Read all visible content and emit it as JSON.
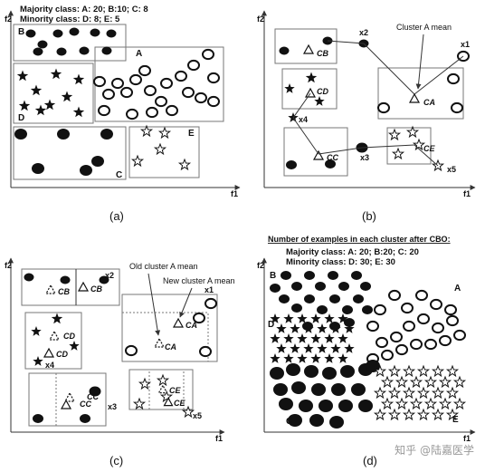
{
  "panels": {
    "a": {
      "caption": "(a)",
      "note_line1": "Majority class: A: 20; B:10; C: 8",
      "note_line2": "Minority class: D: 8; E: 5",
      "label_A": "A",
      "label_B": "B",
      "label_C": "C",
      "label_D": "D",
      "label_E": "E",
      "axis_x": "f1",
      "axis_y": "f2"
    },
    "b": {
      "caption": "(b)",
      "cluster_mean": "Cluster A mean",
      "cb": "CB",
      "ca": "CA",
      "cd": "CD",
      "cc": "CC",
      "ce": "CE",
      "x1": "x1",
      "x2": "x2",
      "x3": "x3",
      "x4": "x4",
      "x5": "x5",
      "axis_x": "f1",
      "axis_y": "f2"
    },
    "c": {
      "caption": "(c)",
      "old_mean": "Old cluster A mean",
      "new_mean": "New cluster A mean",
      "cb": "CB",
      "ca": "CA",
      "cd": "CD",
      "cc": "CC",
      "ce": "CE",
      "x1": "x1",
      "x2": "x2",
      "x3": "x3",
      "x4": "x4",
      "x5": "x5",
      "axis_x": "f1",
      "axis_y": "f2"
    },
    "d": {
      "caption": "(d)",
      "title": "Number of examples in each cluster after CBO:",
      "note_line1": "Majority class: A: 20; B:20; C: 20",
      "note_line2": "Minority class: D: 30; E: 30",
      "label_A": "A",
      "label_B": "B",
      "label_C": "C",
      "label_D": "D",
      "label_E": "E",
      "axis_x": "f1",
      "axis_y": "f2"
    }
  },
  "watermark": "知乎 @陆嘉医学",
  "colors": {
    "ink": "#111111",
    "box": "#888888",
    "arrow": "#333333"
  }
}
